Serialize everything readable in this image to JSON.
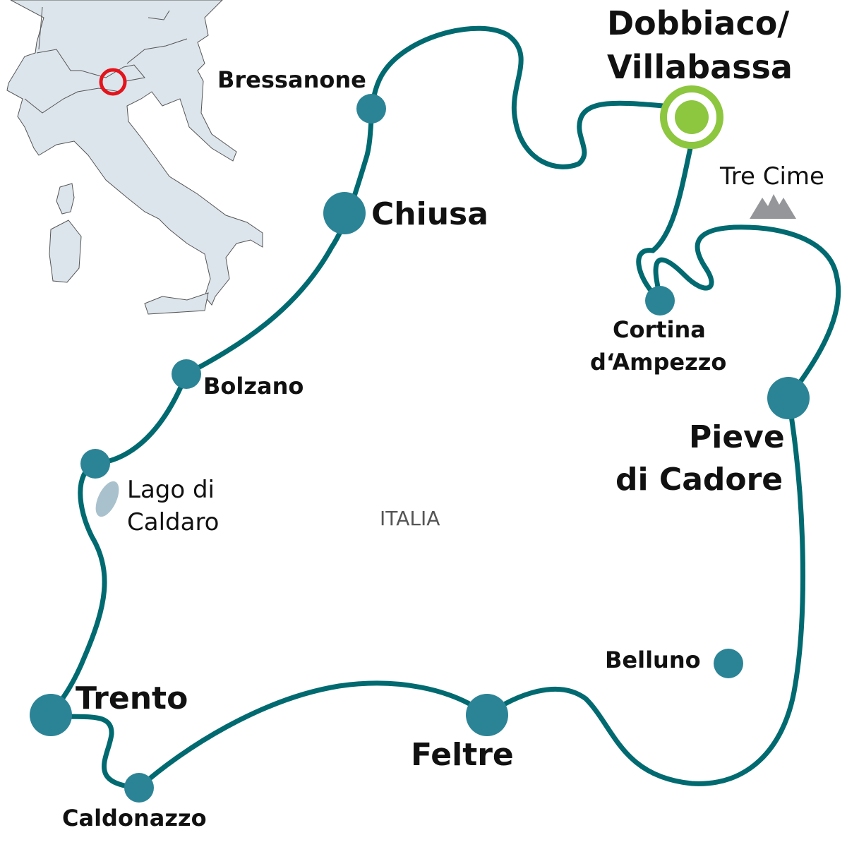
{
  "colors": {
    "route": "#006a70",
    "stop": "#2b8496",
    "start": "#8dc63f",
    "inset_land": "#dde5ec",
    "inset_marker": "#e3141c",
    "lake": "#a9c1cc",
    "mountain": "#95969a"
  },
  "country_label": "ITALIA",
  "start": {
    "name": "Dobbiaco/\nVillabassa",
    "line1": "Dobbiaco/",
    "line2": "Villabassa"
  },
  "stops": {
    "bressanone": "Bressanone",
    "chiusa": "Chiusa",
    "bolzano": "Bolzano",
    "lago1": "Lago di",
    "lago2": "Caldaro",
    "trento": "Trento",
    "caldonazzo": "Caldonazzo",
    "feltre": "Feltre",
    "belluno": "Belluno",
    "pieve1": "Pieve",
    "pieve2": "di Cadore",
    "cortina1": "Cortina",
    "cortina2": "d‘Ampezzo",
    "trecime": "Tre Cime"
  },
  "icons": {
    "start": "start-ring-icon",
    "mountain": "mountain-icon",
    "locator": "locator-circle-icon"
  }
}
